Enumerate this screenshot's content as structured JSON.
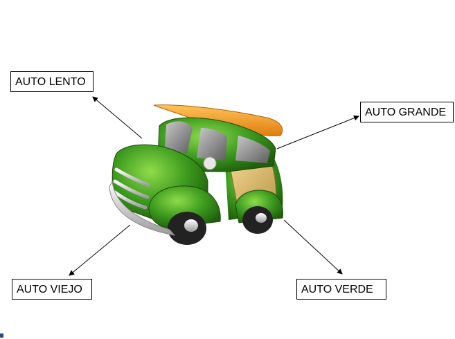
{
  "labels": {
    "top_left": "AUTO LENTO",
    "top_right": "AUTO GRANDE",
    "bottom_left": "AUTO VIEJO",
    "bottom_right": "AUTO VERDE"
  },
  "illustration": {
    "subject": "car-icon",
    "colors": {
      "body": "#3c9a1e",
      "body_dark": "#1f5e0c",
      "surfboard": "#f39a1c",
      "wood_panel": "#d9b96a",
      "chrome": "#d9d9d9",
      "tire": "#222222"
    }
  }
}
